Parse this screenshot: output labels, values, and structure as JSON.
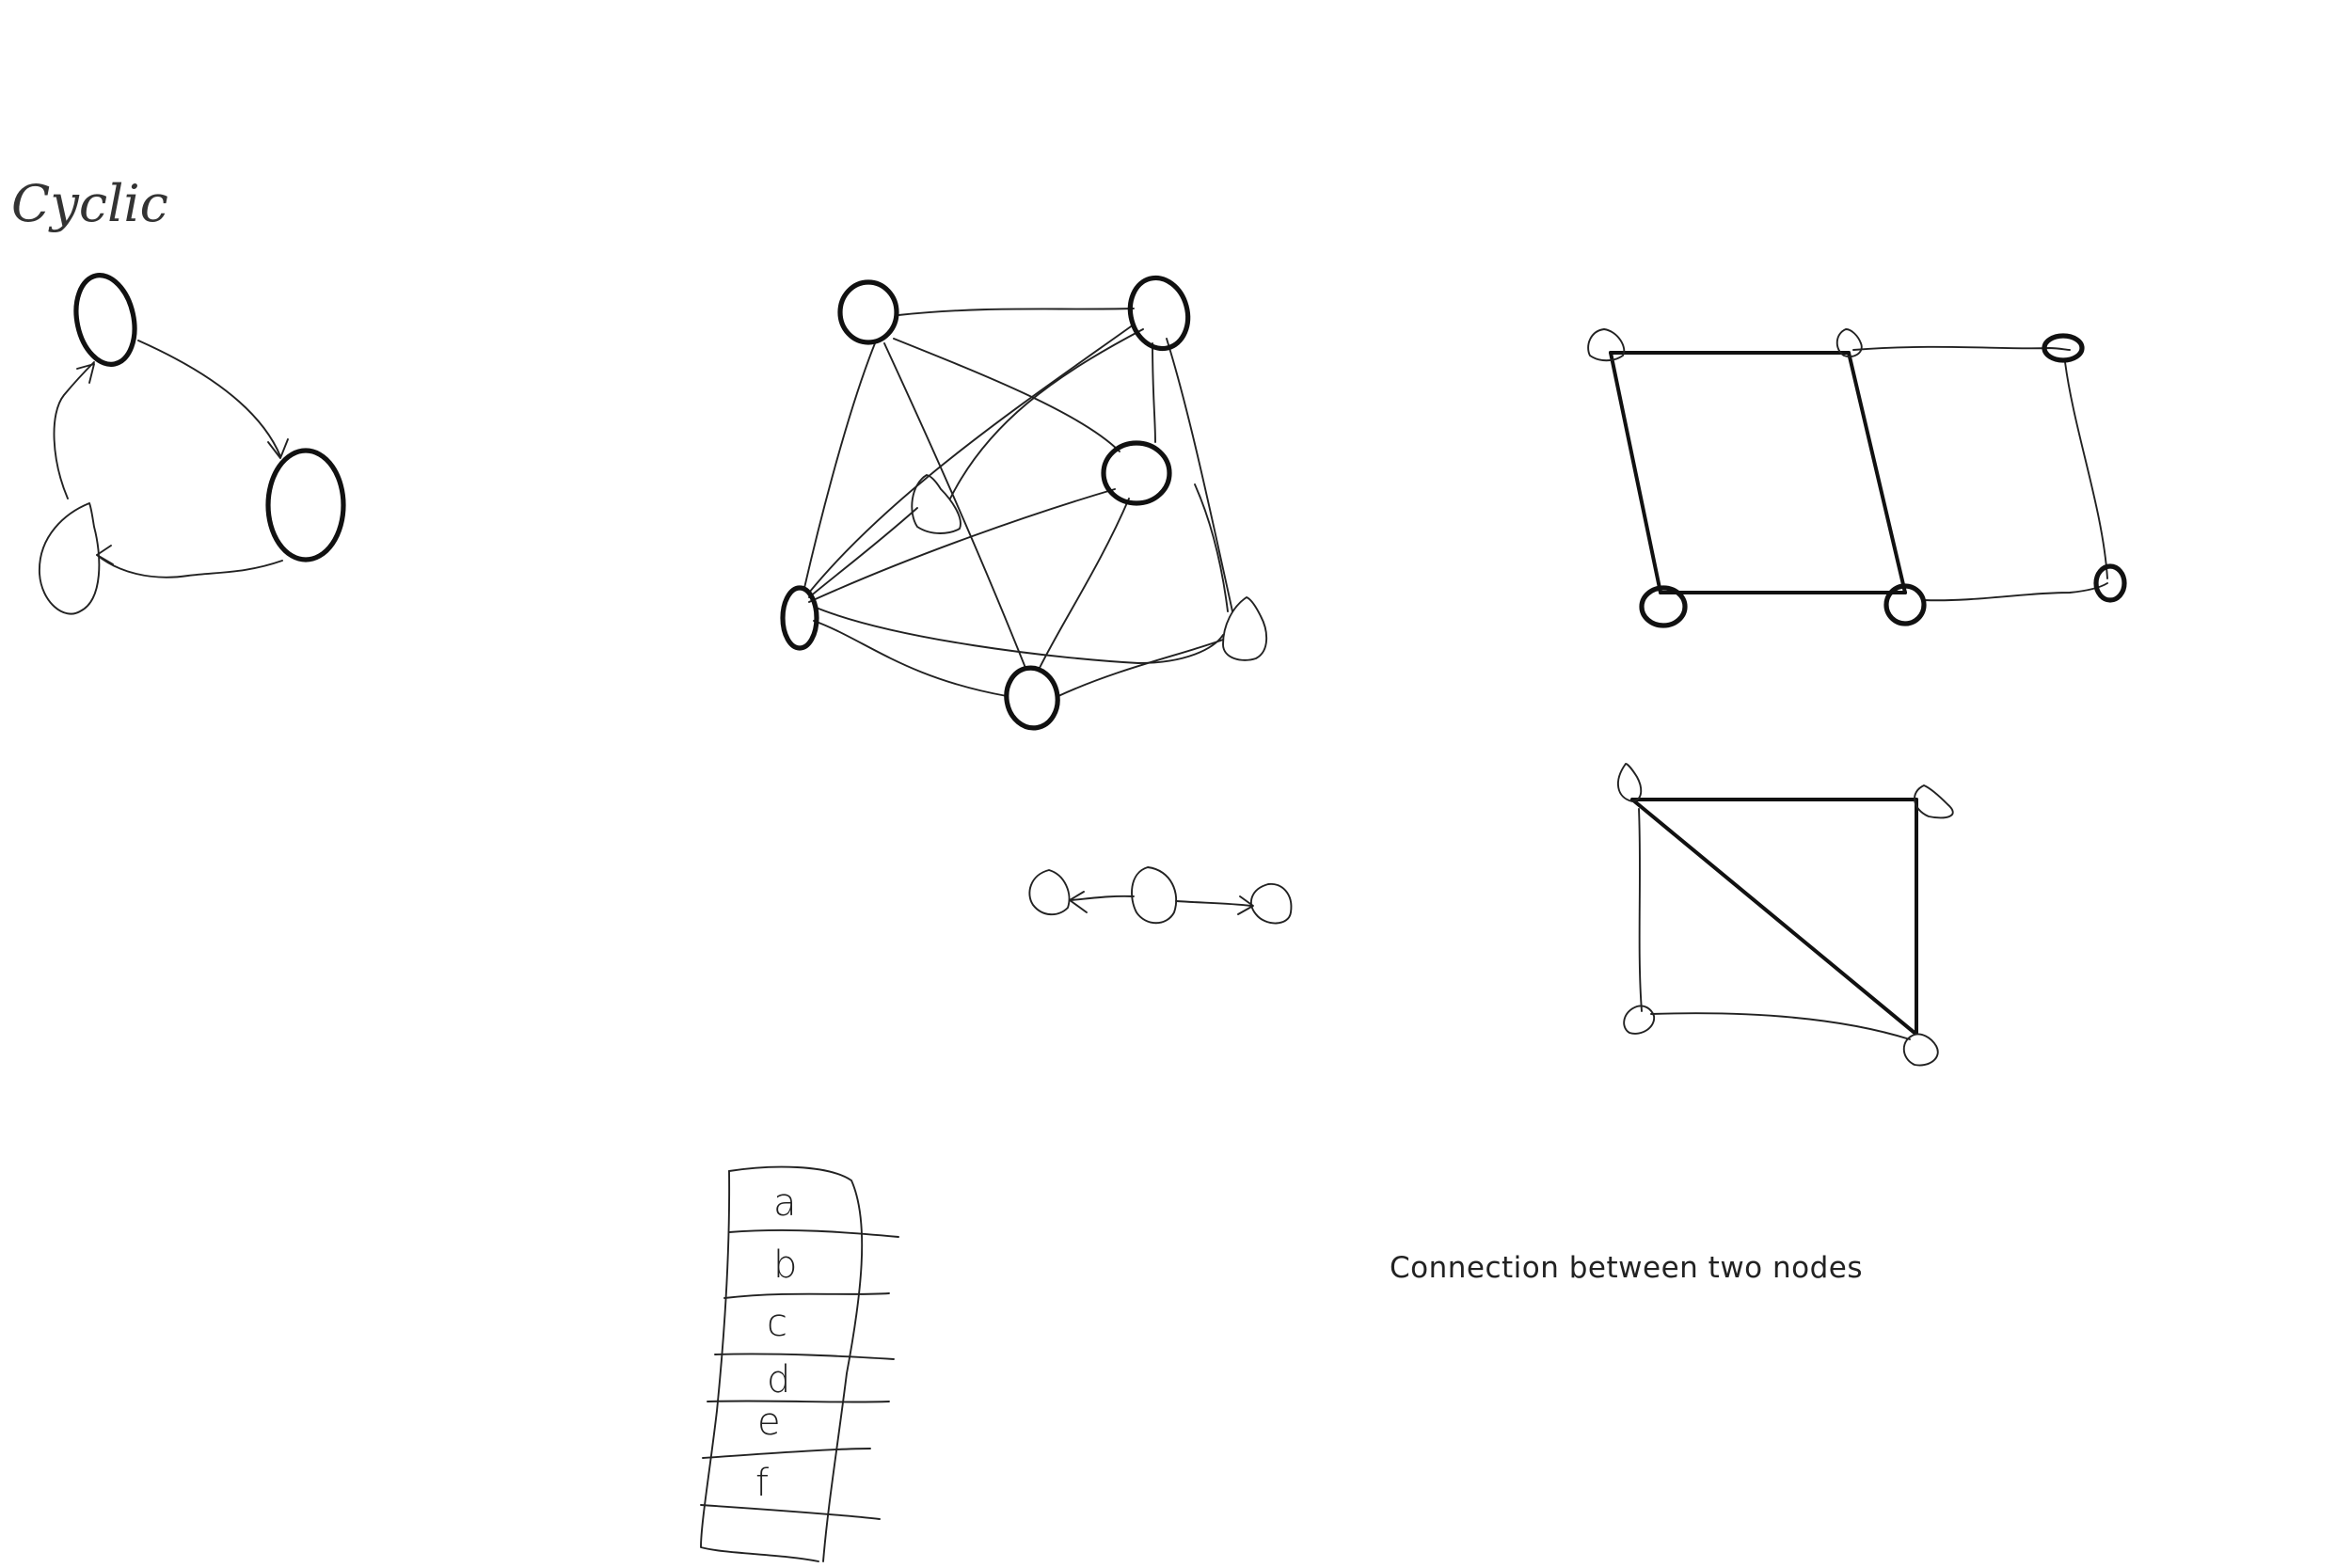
{
  "canvas": {
    "background": "#ffffff",
    "ink_color": "#222222"
  },
  "cyclic_diagram": {
    "title": "Cyclic",
    "node_count": 3,
    "directed": true
  },
  "complex_graph": {
    "node_count": 7,
    "directed": false
  },
  "linear_chain": {
    "node_count": 3,
    "directed": true
  },
  "double_square_graph": {
    "node_count": 6
  },
  "triangle_square_graph": {
    "node_count": 4
  },
  "stack_list": {
    "items": [
      "a",
      "b",
      "c",
      "d",
      "e",
      "f"
    ]
  },
  "caption": {
    "text": "Connection between two nodes"
  }
}
